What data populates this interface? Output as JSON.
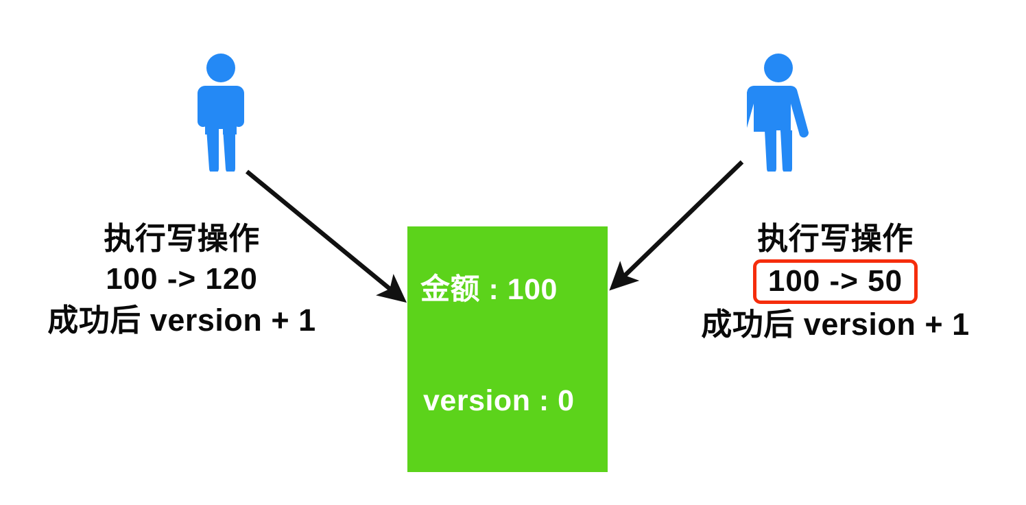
{
  "diagram": {
    "title": "Optimistic locking version conflict illustration",
    "colors": {
      "actor_blue": "#2489f5",
      "record_green": "#5cd31b",
      "highlight_red": "#f52d0c",
      "text_black": "#0a0a0a",
      "arrow_black": "#111111",
      "background": "#ffffff"
    },
    "actors": [
      {
        "id": "left-actor",
        "icon": "person-male-icon",
        "side": "left"
      },
      {
        "id": "right-actor",
        "icon": "person-female-icon",
        "side": "right"
      }
    ],
    "notes": [
      {
        "id": "left-note",
        "lines": [
          {
            "text": "执行写操作",
            "kind": "cjk",
            "highlighted": false
          },
          {
            "text": "100 -> 120",
            "kind": "ascii",
            "highlighted": false
          },
          {
            "text": "成功后 version + 1",
            "kind": "cjk",
            "highlighted": false
          }
        ]
      },
      {
        "id": "right-note",
        "lines": [
          {
            "text": "执行写操作",
            "kind": "cjk",
            "highlighted": false
          },
          {
            "text": "100 -> 50",
            "kind": "ascii",
            "highlighted": true
          },
          {
            "text": "成功后 version + 1",
            "kind": "cjk",
            "highlighted": false
          }
        ]
      }
    ],
    "record": {
      "amount_label": "金额 : 100",
      "version_label": "version : 0"
    },
    "arrows": [
      {
        "id": "left-arrow",
        "from": "left-actor",
        "to": "record-box"
      },
      {
        "id": "right-arrow",
        "from": "right-actor",
        "to": "record-box"
      }
    ]
  }
}
